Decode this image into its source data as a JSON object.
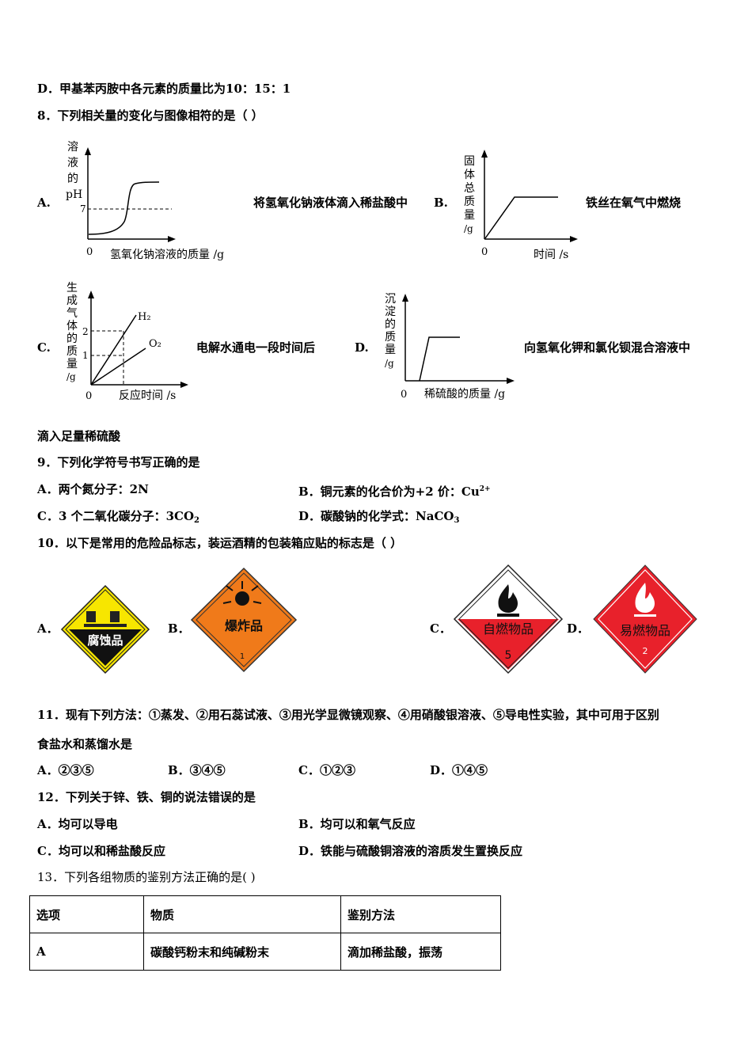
{
  "q7": {
    "optD": "D．甲基苯丙胺中各元素的质量比为10：15：1"
  },
  "q8": {
    "stem": "8．下列相关量的变化与图像相符的是（   ）",
    "A": {
      "label": "A.",
      "desc": "将氢氧化钠液体滴入稀盐酸中",
      "ylabel_chars": [
        "溶",
        "液",
        "的"
      ],
      "ylabel_ph": "pH",
      "ytick": "7",
      "origin": "0",
      "xlabel": "氢氧化钠溶液的质量 /g"
    },
    "B": {
      "label": "B.",
      "desc": "铁丝在氧气中燃烧",
      "ylabel_chars": [
        "固",
        "体",
        "总",
        "质",
        "量",
        "/g"
      ],
      "origin": "0",
      "xlabel": "时间 /s"
    },
    "C": {
      "label": "C.",
      "desc": "电解水通电一段时间后",
      "ylabel_chars": [
        "生",
        "成",
        "气",
        "体",
        "的",
        "质",
        "量",
        "/g"
      ],
      "origin": "0",
      "yticks": [
        "2",
        "1"
      ],
      "series": [
        "H₂",
        "O₂"
      ],
      "xlabel": "反应时间 /s"
    },
    "D": {
      "label": "D.",
      "desc": "向氢氧化钾和氯化钡混合溶液中",
      "ylabel_chars": [
        "沉",
        "淀",
        "的",
        "质",
        "量",
        "/g"
      ],
      "origin": "0",
      "xlabel": "稀硫酸的质量 /g"
    },
    "continuation": "滴入足量稀硫酸"
  },
  "q9": {
    "stem": "9．下列化学符号书写正确的是",
    "A_text": "A．两个氮分子：2N",
    "B_text": "B．铜元素的化合价为+2 价：Cu",
    "B_sup": "2+",
    "C_text": "C．3 个二氧化碳分子：3CO",
    "C_sub": "2",
    "D_text": "D．碳酸钠的化学式：NaCO",
    "D_sub": "3"
  },
  "q10": {
    "stem": "10．以下是常用的危险品标志，装运酒精的包装箱应贴的标志是（          ）",
    "A": {
      "label": "A．",
      "sign": "腐蚀品",
      "color": "#f7e600"
    },
    "B": {
      "label": "B．",
      "sign": "爆炸品",
      "number": "1",
      "color": "#f07a1a"
    },
    "C": {
      "label": "C．",
      "sign": "自燃物品",
      "number": "5",
      "color": "#e8212b"
    },
    "D": {
      "label": "D．",
      "sign": "易燃物品",
      "number": "2",
      "color": "#e8212b"
    }
  },
  "q11": {
    "line1": "11．现有下列方法：①蒸发、②用石蕊试液、③用光学显微镜观察、④用硝酸银溶液、⑤导电性实验，其中可用于区别",
    "line2": "食盐水和蒸馏水是",
    "A": "A．②③⑤",
    "B": "B．③④⑤",
    "C": "C．①②③",
    "D": "D．①④⑤"
  },
  "q12": {
    "stem": "12．下列关于锌、铁、铜的说法错误的是",
    "A": "A．均可以导电",
    "B": "B．均可以和氧气反应",
    "C": "C．均可以和稀盐酸反应",
    "D": "D．铁能与硫酸铜溶液的溶质发生置换反应"
  },
  "q13": {
    "stem": "13．下列各组物质的鉴别方法正确的是(        )",
    "headers": [
      "选项",
      "物质",
      "鉴别方法"
    ],
    "rows": [
      [
        "A",
        "碳酸钙粉末和纯碱粉末",
        "滴加稀盐酸，振荡"
      ]
    ]
  }
}
